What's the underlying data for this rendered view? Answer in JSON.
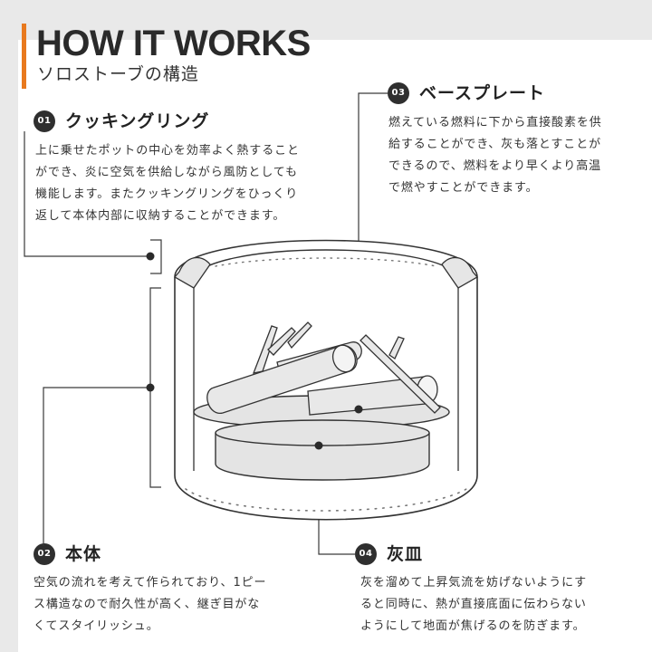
{
  "header": {
    "title": "HOW IT WORKS",
    "subtitle": "ソロストーブの構造"
  },
  "colors": {
    "accent": "#e8791e",
    "badge": "#2f2f2f",
    "panel": "#ffffff",
    "background": "#e9e9e9"
  },
  "parts": [
    {
      "num": "01",
      "name": "クッキングリング",
      "description": "上に乗せたポットの中心を効率よく熱すること\nができ、炎に空気を供給しながら風防としても\n機能します。またクッキングリングをひっくり\n返して本体内部に収納することができます。"
    },
    {
      "num": "02",
      "name": "本体",
      "description": "空気の流れを考えて作られており、1ピー\nス構造なので耐久性が高く、継ぎ目がな\nくてスタイリッシュ。"
    },
    {
      "num": "03",
      "name": "ベースプレート",
      "description": "燃えている燃料に下から直接酸素を供\n給することができ、灰も落とすことが\nできるので、燃料をより早くより高温\nで燃やすことができます。"
    },
    {
      "num": "04",
      "name": "灰皿",
      "description": "灰を溜めて上昇気流を妨げないようにす\nると同時に、熱が直接底面に伝わらない\nようにして地面が焦げるのを防ぎます。"
    }
  ]
}
